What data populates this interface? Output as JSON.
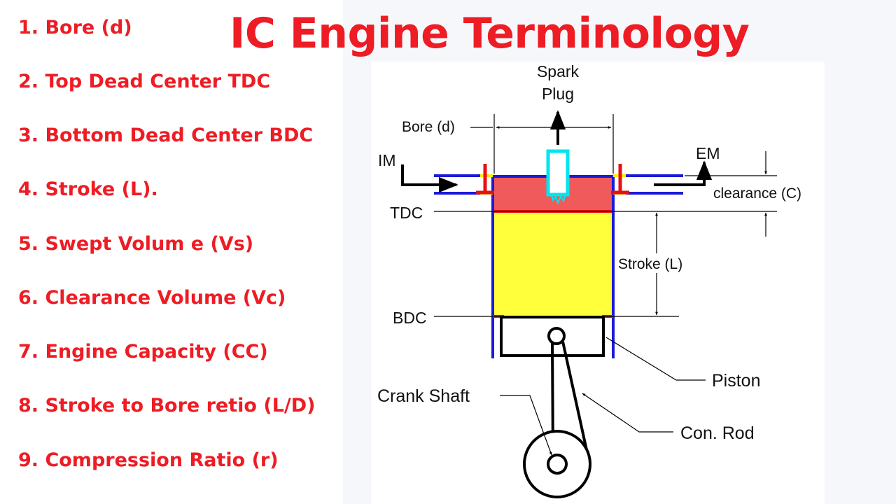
{
  "title": "IC Engine Terminology",
  "terms": [
    "1.  Bore (d)",
    "2. Top Dead Center TDC",
    "3. Bottom Dead Center BDC",
    "4. Stroke (L).",
    "5. Swept Volum e (Vs)",
    "6. Clearance Volume (Vc)",
    "7. Engine Capacity (CC)",
    "8. Stroke to Bore retio (L/D)",
    "9. Compression Ratio (r)"
  ],
  "diagram": {
    "spark_plug_line1": "Spark",
    "spark_plug_line2": "Plug",
    "bore": "Bore (d)",
    "intake": "IM",
    "exhaust": "EM",
    "clearance": "clearance (C)",
    "tdc": "TDC",
    "bdc": "BDC",
    "stroke": "Stroke (L)",
    "piston": "Piston",
    "crank_shaft": "Crank Shaft",
    "con_rod": "Con. Rod"
  },
  "colors": {
    "title": "#ee1c24",
    "terms": "#ee1c24",
    "cylinder_wall": "#1a1ad8",
    "combustion_chamber": "#f05a5a",
    "swept_volume": "#ffff3c",
    "valve": "#e81010",
    "spark_plug": "#00e5ee",
    "panel_background": "#f6f7fb",
    "diagram_background": "#ffffff"
  }
}
